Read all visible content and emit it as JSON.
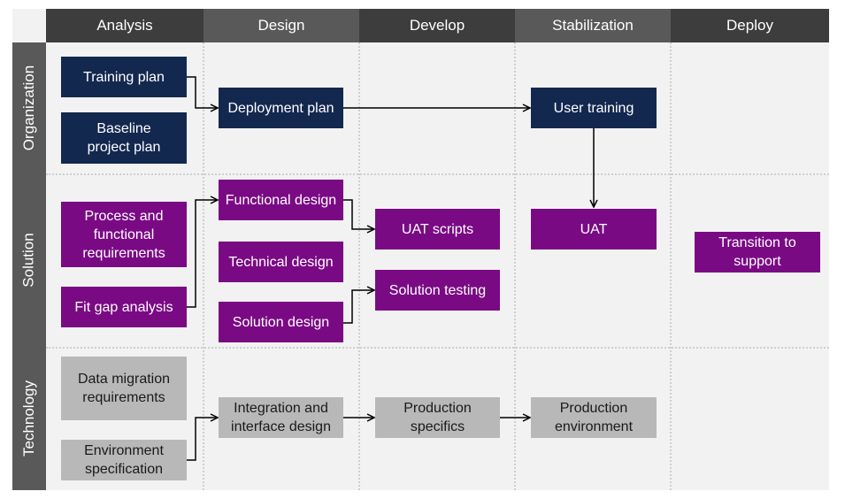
{
  "columns": [
    "Analysis",
    "Design",
    "Develop",
    "Stabilization",
    "Deploy"
  ],
  "column_colors": [
    "#3d3d3d",
    "#595959",
    "#3d3d3d",
    "#595959",
    "#3d3d3d"
  ],
  "rows": [
    "Organization",
    "Solution",
    "Technology"
  ],
  "colors": {
    "navy": "#13284f",
    "purple": "#7a0a84",
    "gray": "#b8b8b8",
    "arrow": "#000000"
  },
  "boxes": {
    "training_plan": "Training plan",
    "baseline_project_plan_l1": "Baseline",
    "baseline_project_plan_l2": "project plan",
    "deployment_plan": "Deployment plan",
    "user_training": "User training",
    "process_req_l1": "Process and",
    "process_req_l2": "functional",
    "process_req_l3": "requirements",
    "fit_gap": "Fit gap analysis",
    "functional_design": "Functional design",
    "technical_design": "Technical design",
    "solution_design": "Solution design",
    "uat_scripts": "UAT scripts",
    "solution_testing": "Solution testing",
    "uat": "UAT",
    "transition_l1": "Transition to",
    "transition_l2": "support",
    "data_migration_l1": "Data migration",
    "data_migration_l2": "requirements",
    "env_spec_l1": "Environment",
    "env_spec_l2": "specification",
    "integration_l1": "Integration and",
    "integration_l2": "interface design",
    "prod_specifics_l1": "Production",
    "prod_specifics_l2": "specifics",
    "prod_env_l1": "Production",
    "prod_env_l2": "environment"
  }
}
